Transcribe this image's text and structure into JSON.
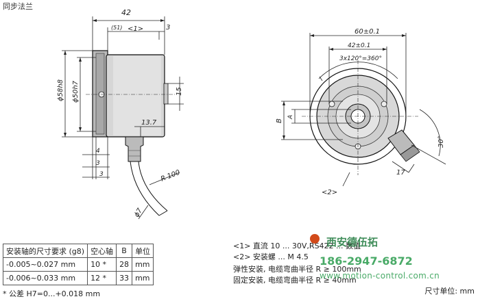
{
  "page_title": "同步法兰",
  "side_view": {
    "dim_length": "42",
    "dim_ref": "(51)",
    "ref1": "<1>",
    "dim_3_top": "3",
    "dim_diam_58": "ϕ58h8",
    "dim_diam_50": "ϕ50h7",
    "dim_15": "15",
    "dim_13_7": "13.7",
    "dim_4": "4",
    "dim_3a": "3",
    "dim_3b": "3",
    "dim_r100": "R 100",
    "dim_diam_7": "ϕ7"
  },
  "front_view": {
    "dim_60": "60±0.1",
    "dim_42": "42±0.1",
    "dim_angle": "3x120°=360°",
    "dim_b": "B",
    "dim_a": "A",
    "dim_30": "30°",
    "dim_17": "17",
    "ref2": "<2>"
  },
  "spec_table": {
    "headers": [
      "安装轴的尺寸要求 (g8)",
      "空心轴",
      "B",
      "单位"
    ],
    "rows": [
      [
        "-0.005~0.027 mm",
        "10 *",
        "28",
        "mm"
      ],
      [
        "-0.006~0.033 mm",
        "12 *",
        "33",
        "mm"
      ]
    ]
  },
  "tolerance_note": "* 公差 H7=0...+0.018 mm",
  "notes": [
    "<1> 直流 10 ... 30V,RS422 ... 数值",
    "<2> 安装螺 ... M 4.5",
    "弹性安装, 电缆弯曲半径 R ≥ 100mm",
    "固定安装, 电缆弯曲半径 R ≥ 40mm"
  ],
  "unit_note": "尺寸单位: mm",
  "watermark": {
    "name": "西安德伍拓",
    "phone": "186-2947-6872",
    "url": "www.motion-control.com.cn"
  }
}
